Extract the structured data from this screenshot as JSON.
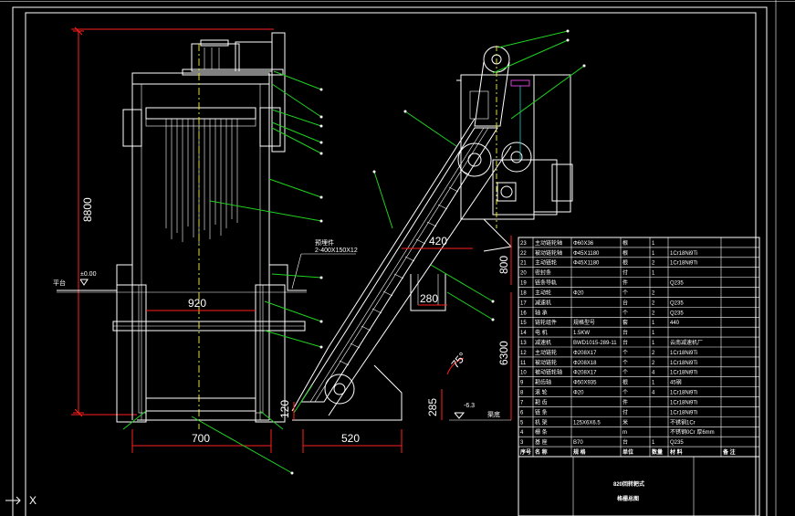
{
  "dims": {
    "height_8800": "8800",
    "width_700": "700",
    "width_520": "520",
    "width_920": "920",
    "dim_420": "420",
    "dim_280": "280",
    "dim_800": "800",
    "dim_6300": "6300",
    "dim_285": "285",
    "dim_120": "120",
    "angle_75": "75°",
    "level_pos": "±0.00",
    "level_neg": "-6.3",
    "floor_label": "平台",
    "base_label": "渠底",
    "note_title": "预埋件",
    "note_spec": "2-400X150X12"
  },
  "table_rows": [
    [
      "23",
      "主动链轮轴",
      "Φ60X36",
      "根",
      "1",
      ""
    ],
    [
      "22",
      "被动链轮轴",
      "Φ45X1180",
      "根",
      "1",
      "1Cr18Ni9Ti"
    ],
    [
      "21",
      "主动链轮",
      "Φ45X1180",
      "根",
      "2",
      "1Cr18Ni9Ti"
    ],
    [
      "20",
      "密封条",
      "",
      "付",
      "1",
      ""
    ],
    [
      "19",
      "链条导轨",
      "",
      "件",
      "",
      "Q235"
    ],
    [
      "18",
      "主动轮",
      "Φ20",
      "个",
      "2",
      ""
    ],
    [
      "17",
      "减速机",
      "",
      "台",
      "2",
      "Q235"
    ],
    [
      "16",
      "轴 承",
      "",
      "个",
      "2",
      "Q235"
    ],
    [
      "15",
      "链轮组件",
      "规格型号",
      "套",
      "1",
      "440"
    ],
    [
      "14",
      "电 机",
      "1.5KW",
      "台",
      "1",
      ""
    ],
    [
      "13",
      "减速机",
      "BWD1015-289-11",
      "台",
      "1",
      "云南减速机厂"
    ],
    [
      "12",
      "主动链轮",
      "Φ208X17",
      "个",
      "2",
      "1Cr18Ni9Ti"
    ],
    [
      "11",
      "被动链轮",
      "Φ208X18",
      "个",
      "2",
      "1Cr18Ni9Ti"
    ],
    [
      "10",
      "被动链轮轴",
      "Φ208X17",
      "个",
      "4",
      "1Cr18Ni9Ti"
    ],
    [
      "9",
      "耙齿轴",
      "Φ50X935",
      "根",
      "1",
      "45钢"
    ],
    [
      "8",
      "滚 轮",
      "Φ20",
      "个",
      "4",
      "1Cr18Ni9Ti"
    ],
    [
      "7",
      "耙 齿",
      "",
      "件",
      "",
      "1Cr18Ni9Ti"
    ],
    [
      "6",
      "链 条",
      "",
      "付",
      "",
      "1Cr18Ni9Ti"
    ],
    [
      "5",
      "机 架",
      "125X6X6.5",
      "米",
      "",
      "不锈钢1Cr"
    ],
    [
      "4",
      "栅 条",
      "",
      "m",
      "",
      "不锈钢0Cr  厚6mm"
    ],
    [
      "3",
      "基 座",
      "B70",
      "台",
      "1",
      "Q235"
    ]
  ],
  "table_header": [
    "序号",
    "名 称",
    "规 格",
    "单位",
    "数量",
    "材 料",
    "备 注"
  ],
  "title_block": {
    "line1": "820回转耙式",
    "line2": "格栅总图"
  },
  "ucs_label": "X"
}
